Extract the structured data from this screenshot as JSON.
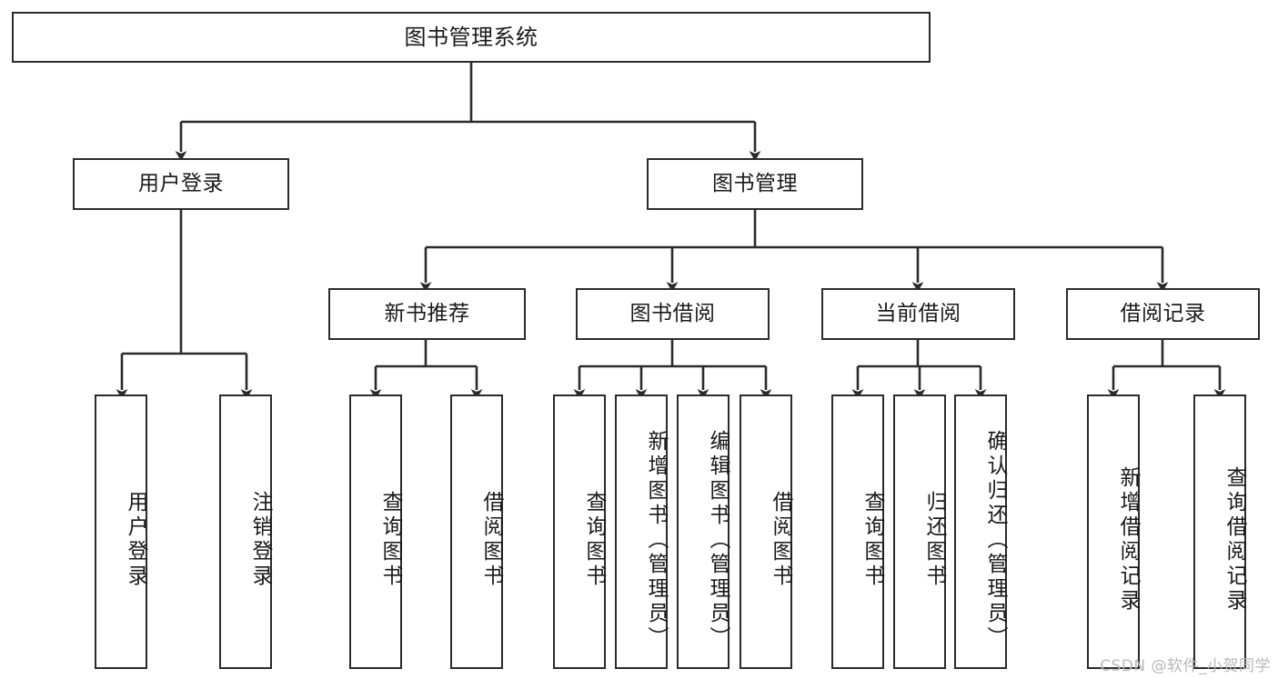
{
  "diagram": {
    "type": "tree",
    "title": "图书管理系统",
    "watermark": "CSDN @软件_小贺同学",
    "colors": {
      "border": "#2b2b2b",
      "background": "#ffffff",
      "text": "#1a1a1a",
      "edge": "#2b2b2b",
      "watermark": "#b9b9b9"
    },
    "nodes": {
      "root": {
        "label": "图书管理系统"
      },
      "level1": [
        {
          "label": "用户登录"
        },
        {
          "label": "图书管理"
        }
      ],
      "level2": [
        {
          "label": "新书推荐"
        },
        {
          "label": "图书借阅"
        },
        {
          "label": "当前借阅"
        },
        {
          "label": "借阅记录"
        }
      ],
      "leaves": {
        "user_login": [
          {
            "label": "用户登录"
          },
          {
            "label": "注销登录"
          }
        ],
        "new_book_recommend": [
          {
            "label": "查询图书"
          },
          {
            "label": "借阅图书"
          }
        ],
        "book_borrow": [
          {
            "label": "查询图书"
          },
          {
            "label": "新增图书（管理员）"
          },
          {
            "label": "编辑图书（管理员）"
          },
          {
            "label": "借阅图书"
          }
        ],
        "current_borrow": [
          {
            "label": "查询图书"
          },
          {
            "label": "归还图书"
          },
          {
            "label": "确认归还（管理员）"
          }
        ],
        "borrow_record": [
          {
            "label": "新增借阅记录"
          },
          {
            "label": "查询借阅记录"
          }
        ]
      }
    }
  }
}
